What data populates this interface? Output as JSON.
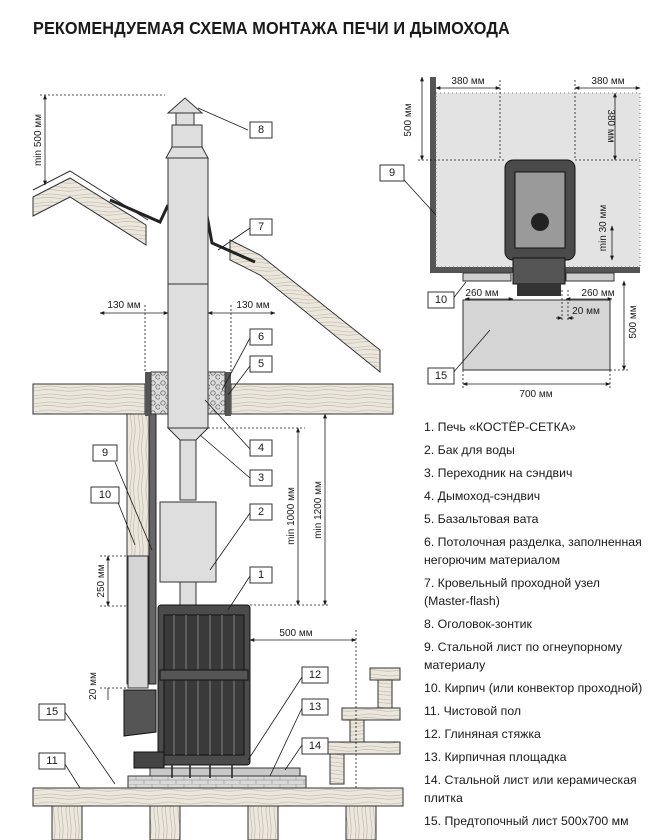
{
  "title": "РЕКОМЕНДУЕМАЯ СХЕМА МОНТАЖА ПЕЧИ И ДЫМОХОДА",
  "dimensions": {
    "min500_roof": "min 500 мм",
    "gap_left": "130 мм",
    "gap_right": "130 мм",
    "min1000": "min 1000 мм",
    "min1200": "min 1200 мм",
    "h250": "250 мм",
    "h20": "20 мм",
    "front500": "500 мм",
    "plan_left": "380 мм",
    "plan_right": "380 мм",
    "plan_depth": "380 мм",
    "plan_wall500": "500 мм",
    "plan_min30": "min 30 мм",
    "plan_260_left": "260 мм",
    "plan_260_right": "260 мм",
    "plan_20": "20 мм",
    "plan_front500": "500 мм",
    "plan_700": "700 мм"
  },
  "callouts": {
    "c1": "1",
    "c2": "2",
    "c3": "3",
    "c4": "4",
    "c5": "5",
    "c6": "6",
    "c7": "7",
    "c8": "8",
    "c9": "9",
    "c10": "10",
    "c11": "11",
    "c12": "12",
    "c13": "13",
    "c14": "14",
    "c15": "15",
    "p9": "9",
    "p10": "10",
    "p15": "15"
  },
  "legend": [
    "1. Печь «КОСТЁР-СЕТКА»",
    "2. Бак для воды",
    "3. Переходник на сэндвич",
    "4. Дымоход-сэндвич",
    "5. Базальтовая вата",
    "6. Потолочная разделка, заполненная негорючим материалом",
    "7. Кровельный проходной узел (Master-flash)",
    "8. Оголовок-зонтик",
    "9. Стальной лист по огнеупорному материалу",
    "10. Кирпич (или конвектор проходной)",
    "11. Чистовой пол",
    "12. Глиняная стяжка",
    "13. Кирпичная площадка",
    "14. Стальной лист или керамическая плитка",
    "15. Предтопочный лист 500х700 мм"
  ]
}
